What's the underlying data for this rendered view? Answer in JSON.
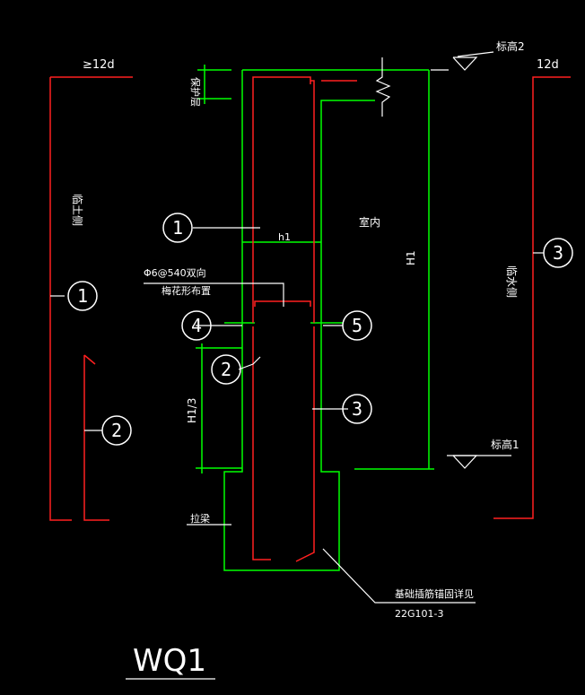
{
  "title": "WQ1",
  "labels": {
    "anchor_left": "≥12d",
    "anchor_right": "12d",
    "elev2": "标高2",
    "elev1": "标高1",
    "cover": "保护层",
    "outside": "临土侧",
    "inside": "临水侧",
    "indoor": "室内",
    "h1": "h1",
    "H1": "H1",
    "H1_3": "H1/3",
    "tie_bar": "Φ6@540双向",
    "tie_layout": "梅花形布置",
    "foundation": "基础插筋锚固详见",
    "atlas": "22G101-3",
    "pull_beam": "拉梁"
  },
  "circles": {
    "c1_top": "1",
    "c1_left": "1",
    "c2_left": "2",
    "c2_mid": "2",
    "c3_right": "3",
    "c3_mid": "3",
    "c4": "4",
    "c5": "5"
  },
  "colors": {
    "wall_outline": "#00ff00",
    "rebar": "#ff2020",
    "annotation": "#ffffff",
    "background": "#000000"
  }
}
